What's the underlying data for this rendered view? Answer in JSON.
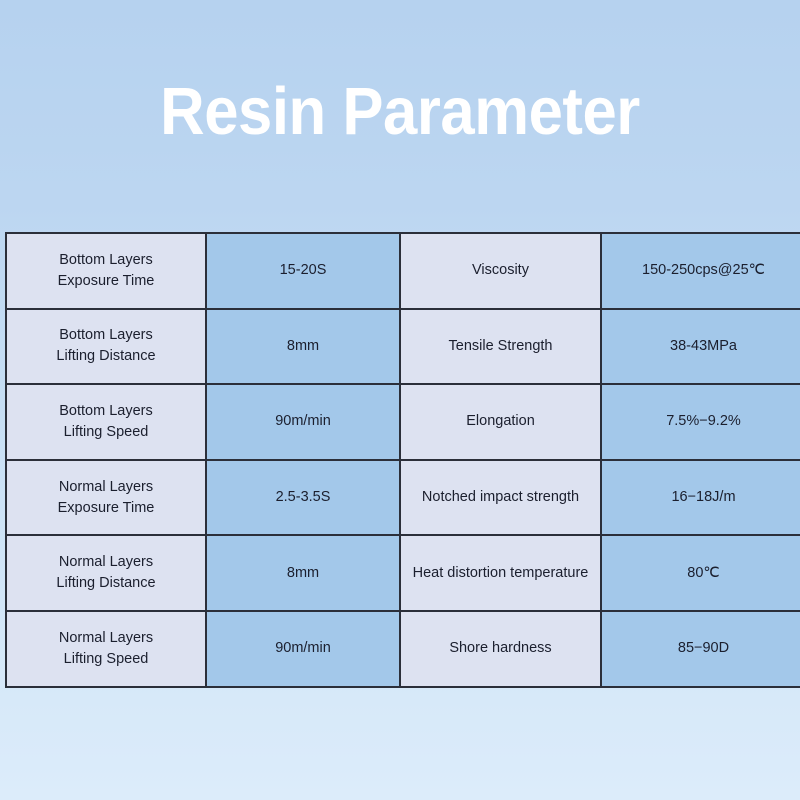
{
  "page": {
    "title": "Resin Parameter",
    "background_top_color": "#b6d2ef",
    "background_bottom_color": "#dcecfa",
    "title_color": "#ffffff"
  },
  "table": {
    "label_cell_color": "#dde2f1",
    "value_cell_color": "#a3c8ea",
    "border_color": "#2b2f3a",
    "text_color": "#1b1f2e",
    "rows": [
      {
        "left_label_line1": "Bottom Layers",
        "left_label_line2": "Exposure Time",
        "left_value": "15-20S",
        "right_label": "Viscosity",
        "right_value": "150-250cps@25℃"
      },
      {
        "left_label_line1": "Bottom Layers",
        "left_label_line2": "Lifting Distance",
        "left_value": "8mm",
        "right_label": "Tensile Strength",
        "right_value": "38-43MPa"
      },
      {
        "left_label_line1": "Bottom Layers",
        "left_label_line2": "Lifting Speed",
        "left_value": "90m/min",
        "right_label": "Elongation",
        "right_value": "7.5%−9.2%"
      },
      {
        "left_label_line1": "Normal Layers",
        "left_label_line2": "Exposure Time",
        "left_value": "2.5-3.5S",
        "right_label": "Notched impact strength",
        "right_value": "16−18J/m"
      },
      {
        "left_label_line1": "Normal Layers",
        "left_label_line2": "Lifting Distance",
        "left_value": "8mm",
        "right_label": "Heat distortion temperature",
        "right_value": "80℃"
      },
      {
        "left_label_line1": "Normal Layers",
        "left_label_line2": "Lifting Speed",
        "left_value": "90m/min",
        "right_label": "Shore hardness",
        "right_value": "85−90D"
      }
    ]
  }
}
